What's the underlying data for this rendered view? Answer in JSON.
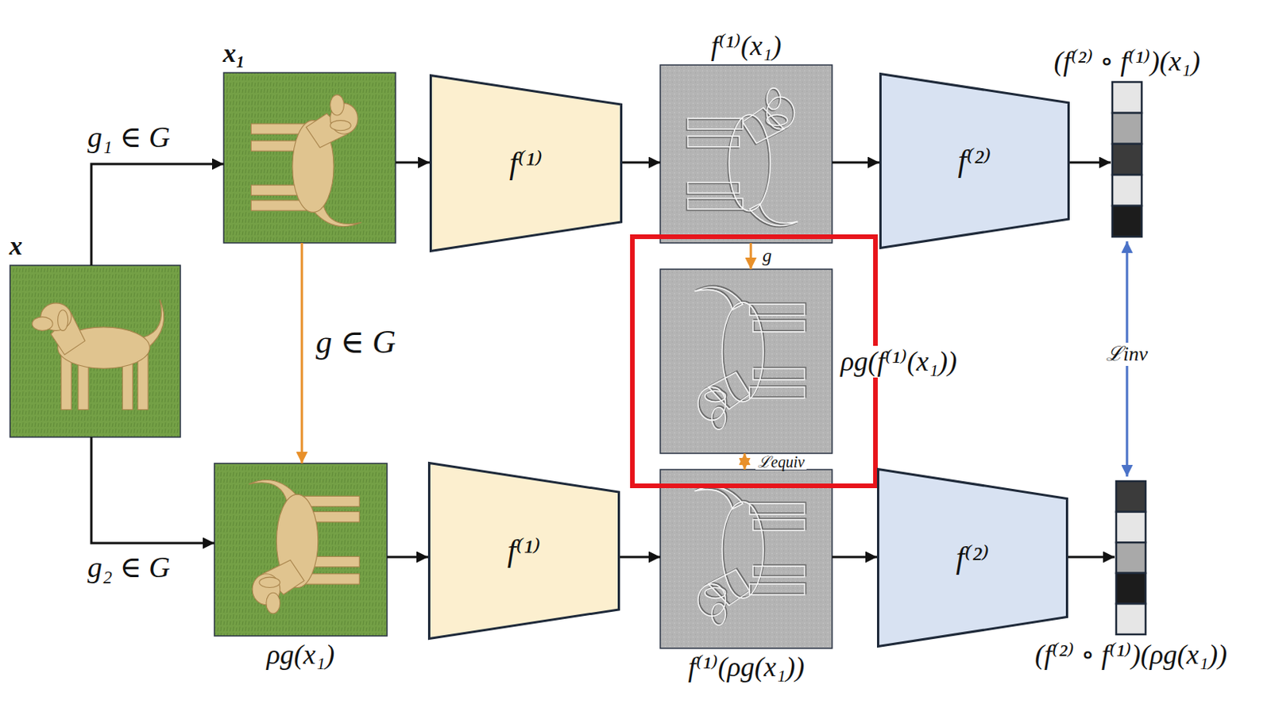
{
  "diagram": {
    "nodes": [
      {
        "text": [
          "x"
        ]
      },
      {
        "text": [
          "x₁"
        ]
      },
      {
        "text": [
          "ρg(x₁)"
        ]
      },
      {
        "text": [
          "f⁽¹⁾"
        ]
      },
      {
        "text": [
          "f⁽¹⁾(x₁)"
        ]
      },
      {
        "text": [
          "f⁽²⁾"
        ]
      },
      {
        "text": [
          "(f⁽²⁾ ∘ f⁽¹⁾)(x₁)"
        ]
      },
      {
        "text": [
          "ρg(f⁽¹⁾(x₁))"
        ]
      },
      {
        "text": [
          "f⁽¹⁾"
        ]
      },
      {
        "text": [
          "f⁽¹⁾(ρg(x₁))"
        ]
      },
      {
        "text": [
          "f⁽²⁾"
        ]
      },
      {
        "text": [
          "(f⁽²⁾ ∘ f⁽¹⁾)(ρg(x₁))"
        ]
      }
    ],
    "edges": [
      {
        "from": 0,
        "to": 1,
        "arrow": "to",
        "label": "g₁ ∈ G"
      },
      {
        "from": 0,
        "to": 2,
        "arrow": "to",
        "label": "g₂ ∈ G"
      },
      {
        "from": 1,
        "to": 2,
        "arrow": "to",
        "label": "g ∈ G"
      },
      {
        "from": 1,
        "to": 3,
        "arrow": "to"
      },
      {
        "from": 3,
        "to": 4,
        "arrow": "to"
      },
      {
        "from": 4,
        "to": 5,
        "arrow": "to"
      },
      {
        "from": 5,
        "to": 6,
        "arrow": "to"
      },
      {
        "from": 2,
        "to": 8,
        "arrow": "to"
      },
      {
        "from": 8,
        "to": 9,
        "arrow": "to"
      },
      {
        "from": 9,
        "to": 10,
        "arrow": "to"
      },
      {
        "from": 10,
        "to": 11,
        "arrow": "to"
      },
      {
        "from": 4,
        "to": 7,
        "arrow": "to",
        "label": "g"
      },
      {
        "from": 7,
        "to": 9,
        "arrow": "both",
        "label": "ℒequiv"
      },
      {
        "from": 6,
        "to": 11,
        "arrow": "both",
        "label": "ℒinv"
      }
    ]
  }
}
